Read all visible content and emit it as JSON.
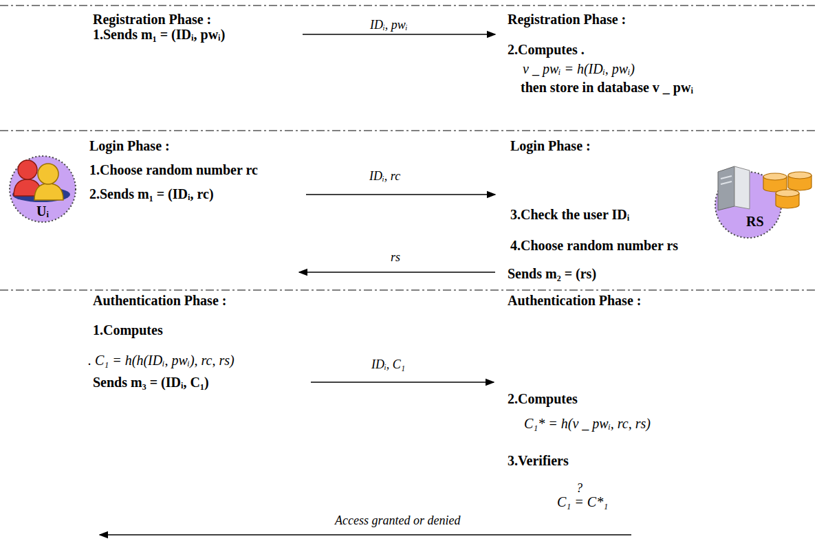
{
  "diagram": {
    "nodes": [
      {
        "text": [
          "Uᵢ"
        ]
      },
      {
        "text": [
          "RS"
        ]
      }
    ],
    "labels": [
      "Registration Phase :",
      "1.Sends m₁ = (IDᵢ, pwᵢ)",
      "IDᵢ, pwᵢ",
      "Registration Phase :",
      "2.Computes .",
      "v _ pwᵢ = h(IDᵢ, pwᵢ)",
      "then store in database v _ pwᵢ",
      "Login Phase :",
      "1.Choose random number rc",
      "2.Sends m₁ = (IDᵢ, rc)",
      "IDᵢ, rc",
      "Login Phase :",
      "3.Check the user IDᵢ",
      "4.Choose random number rs",
      "Sends m₂ = (rs)",
      "rs",
      "Authentication Phase :",
      "1.Computes",
      ". C₁ = h(h(IDᵢ, pwᵢ), rc, rs)",
      "Sends m₃ = (IDᵢ, C₁)",
      "IDᵢ, C₁",
      "Authentication Phase :",
      "2.Computes",
      "C₁* = h(v _ pwᵢ, rc, rs)",
      "3.Verifiers",
      "?",
      "C₁ = C*₁",
      "Access granted or denied"
    ]
  }
}
